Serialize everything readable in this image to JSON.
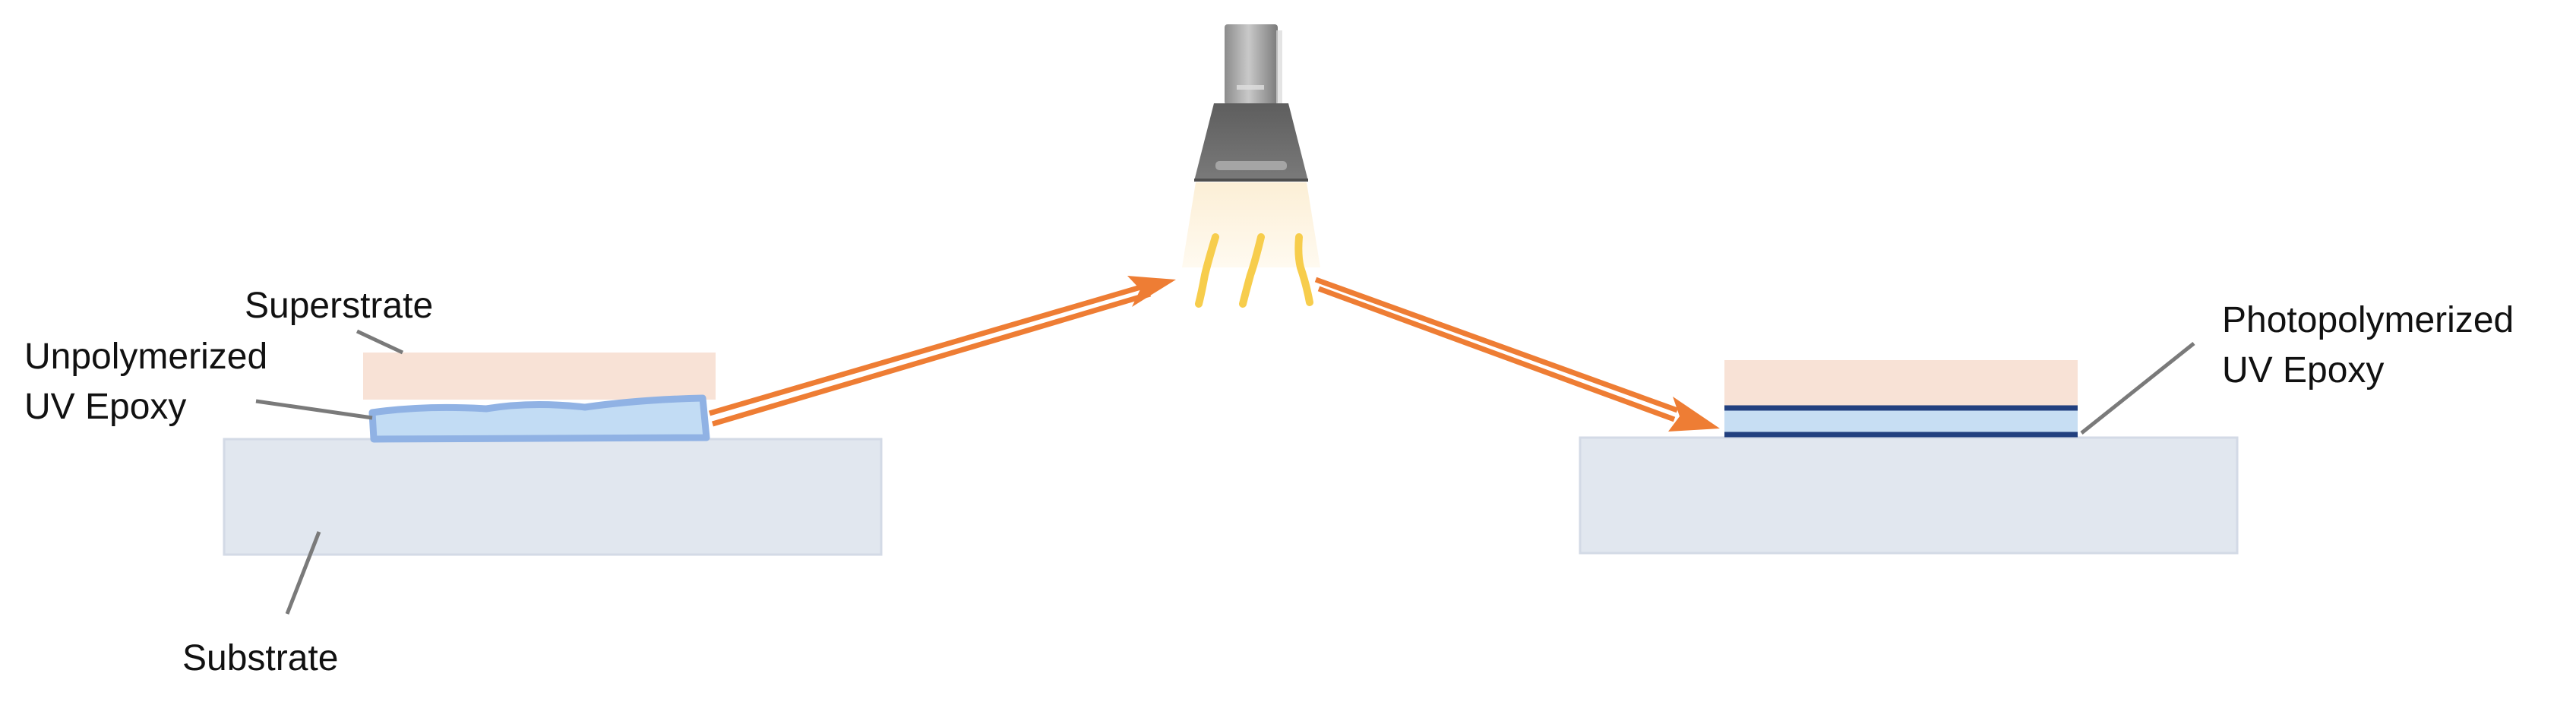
{
  "labels": {
    "superstrate": "Superstrate",
    "unpolymerized_line1": "Unpolymerized",
    "unpolymerized_line2": "UV Epoxy",
    "substrate": "Substrate",
    "photopolymerized_line1": "Photopolymerized",
    "photopolymerized_line2": "UV Epoxy"
  },
  "colors": {
    "substrate": "#e1e7ef",
    "superstrate": "#f8e2d6",
    "epoxy_unpolymerized_fill": "#c2dcf4",
    "epoxy_unpolymerized_edge": "#90b2e4",
    "epoxy_polymerized_line": "#22407f",
    "epoxy_polymerized_fill": "#c7def3",
    "arrow": "#ee7d34",
    "lamp_glow": "#fdf4e2",
    "light_rays": "#f7cd4c",
    "lamp_body": "#6b6b6b",
    "lamp_neck": "#9a9a9a",
    "leader_line": "#7a7a7a"
  },
  "icons": {
    "lamp": "uv-lamp-icon",
    "rays": "light-rays-icon"
  }
}
